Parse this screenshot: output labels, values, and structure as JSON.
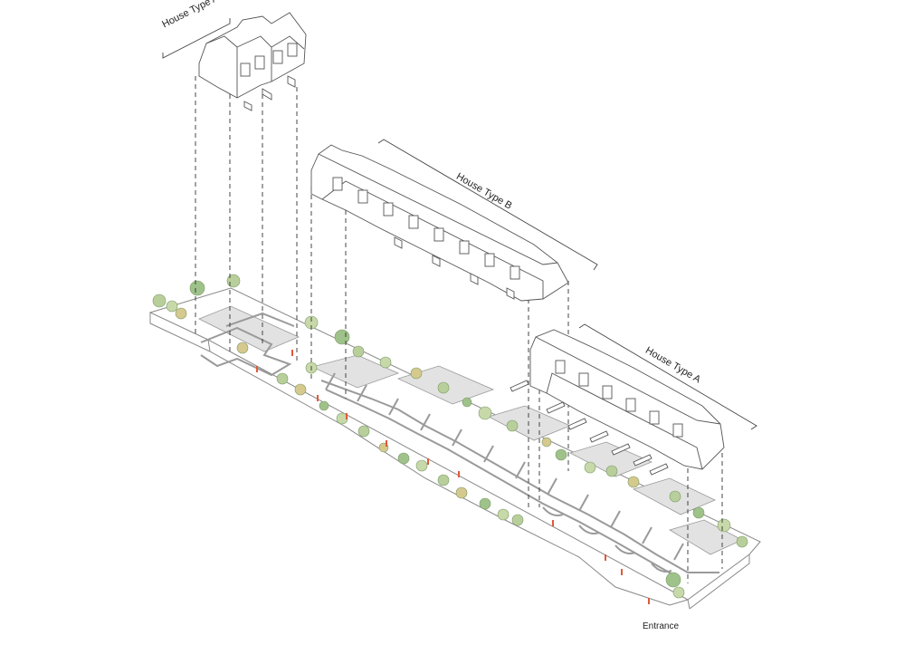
{
  "labels": {
    "house_type_a_top": "House Type A",
    "house_type_b": "House Type B",
    "house_type_a_right": "House Type A",
    "entrance": "Entrance"
  },
  "colors": {
    "line": "#777777",
    "plot_fill": "#dcdcdc",
    "building_fill": "#ffffff",
    "tree_greens": [
      "#b9cf9b",
      "#9fc28a",
      "#c8d9a9",
      "#d6c98e",
      "#8fb07a"
    ],
    "people": "#e05a3a"
  }
}
